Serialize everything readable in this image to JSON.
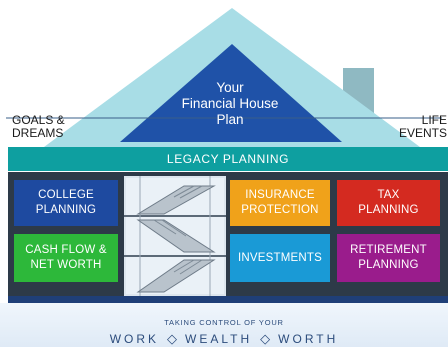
{
  "roof": {
    "line1": "Your",
    "line2": "Financial House",
    "line3": "Plan"
  },
  "left_label": {
    "line1": "GOALS &",
    "line2": "DREAMS"
  },
  "right_label": {
    "line1": "LIFE",
    "line2": "EVENTS"
  },
  "legacy": "LEGACY PLANNING",
  "boxes": {
    "college": {
      "line1": "COLLEGE",
      "line2": "PLANNING"
    },
    "cashflow": {
      "line1": "CASH FLOW &",
      "line2": "NET WORTH"
    },
    "insurance": {
      "line1": "INSURANCE",
      "line2": "PROTECTION"
    },
    "tax": {
      "line1": "TAX",
      "line2": "PLANNING"
    },
    "investments": {
      "line1": "INVESTMENTS"
    },
    "retirement": {
      "line1": "RETIREMENT",
      "line2": "PLANNING"
    }
  },
  "footer": {
    "tagline": "TAKING CONTROL OF YOUR",
    "word1": "WORK",
    "word2": "WEALTH",
    "word3": "WORTH"
  },
  "colors": {
    "roof_outer": "#a8dde6",
    "roof_inner": "#1f52a8",
    "legacy": "#0e9fa0",
    "college": "#1e4aa0",
    "cashflow": "#2db83a",
    "insurance": "#f0a21a",
    "tax": "#d42a20",
    "investments": "#1a9ad6",
    "retirement": "#9a1c8c",
    "body": "#2d3a48"
  },
  "icons": [
    "diamond-icon",
    "staircase-icon",
    "chimney-icon"
  ]
}
